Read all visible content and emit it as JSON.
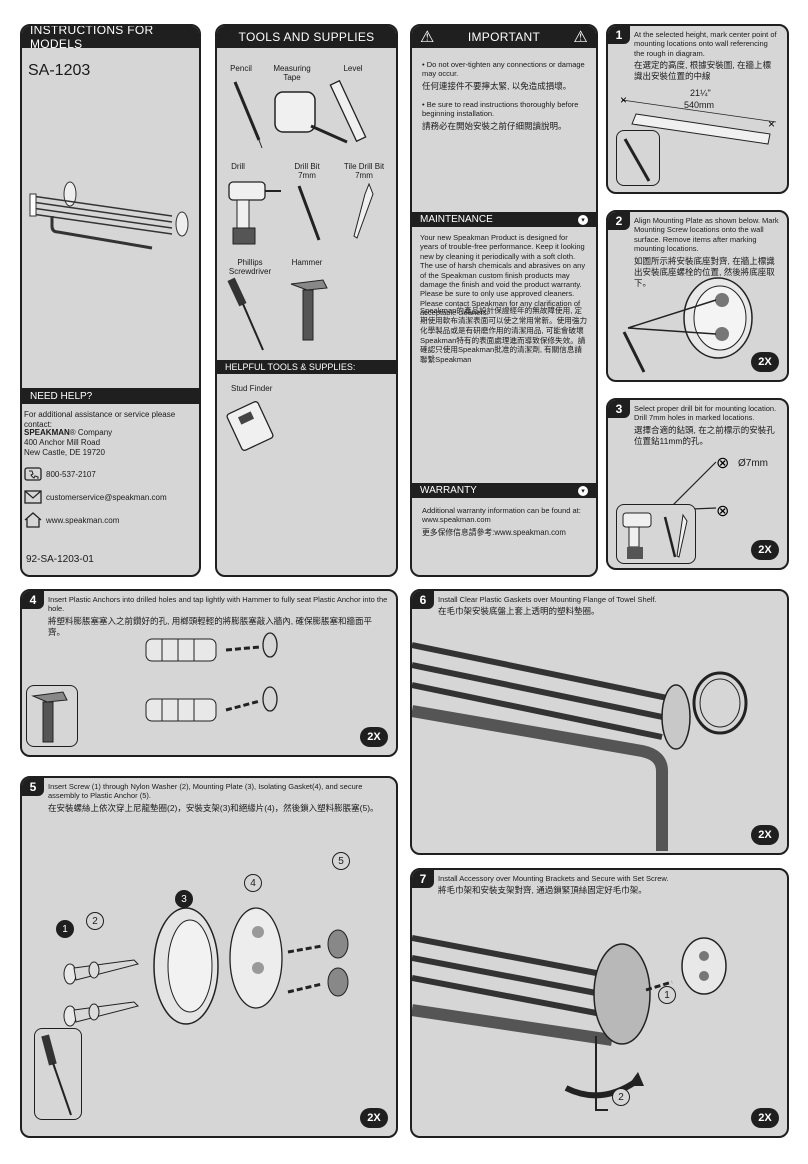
{
  "instructions": {
    "header": "INSTRUCTIONS FOR MODELS",
    "model": "SA-1203",
    "need_help_header": "NEED HELP?",
    "contact_intro": "For additional assistance or service please contact:",
    "brand": "SPEAKMAN",
    "brand_suffix": "® Company",
    "address_line1": "400 Anchor Mill Road",
    "address_line2": "New Castle, DE 19720",
    "phone": "800-537-2107",
    "email": "customerservice@speakman.com",
    "website": "www.speakman.com",
    "doc_number": "92-SA-1203-01"
  },
  "tools": {
    "header": "TOOLS AND SUPPLIES",
    "items": [
      "Pencil",
      "Measuring Tape",
      "Level",
      "Drill",
      "Drill Bit 7mm",
      "Tile Drill Bit 7mm",
      "Phillips Screwdriver",
      "Hammer"
    ],
    "helpful_header": "HELPFUL TOOLS & SUPPLIES:",
    "helpful_items": [
      "Stud Finder"
    ]
  },
  "important": {
    "header": "IMPORTANT",
    "bullet1_en": "• Do not over-tighten any connections or damage may occur.",
    "bullet1_zh": "任何連接件不要擰太緊, 以免造成損壞。",
    "bullet2_en": "• Be sure to read instructions thoroughly before beginning installation.",
    "bullet2_zh": "請務必在開始安裝之前仔細閱讀說明。"
  },
  "maintenance": {
    "header": "MAINTENANCE",
    "text_en": "Your new Speakman Product is designed for years of trouble-free performance. Keep it looking new by cleaning it periodically with a soft cloth. The use of harsh chemicals and abrasives on any of the Speakman custom finish products may damage the finish and void the product warranty. Please be sure to only use approved cleaners. Please contact Speakman for any clarification of acceptable cleaners.",
    "text_zh": "Speakman的產品設計保證經年的無故障使用, 定期使用軟布清潔表面可以使之常用常新。使用強力化學製品或是有研磨作用的清潔用品, 可能會破壞Speakman特有的表面處理進而導致保修失效。請確認只使用Speakman批准的清潔劑, 有關信息請聯繫Speakman"
  },
  "warranty": {
    "header": "WARRANTY",
    "text_en": "Additional warranty information can be found at: www.speakman.com",
    "text_zh": "更多保修信息請參考:www.speakman.com"
  },
  "steps": [
    {
      "num": "1",
      "text_en": "At the selected height, mark center point of mounting locations onto wall referencing the rough in diagram.",
      "text_zh": "在選定的高度, 根據安裝圖, 在牆上標識出安裝位置的中線",
      "dim_in": "21¼\"",
      "dim_mm": "540mm"
    },
    {
      "num": "2",
      "text_en": "Align Mounting Plate as shown below. Mark Mounting Screw locations onto the wall surface. Remove items after marking mounting locations.",
      "text_zh": "如圖所示將安裝底座對齊, 在牆上標識出安裝底座螺栓的位置, 然後將底座取下。",
      "qty": "2X"
    },
    {
      "num": "3",
      "text_en": "Select proper drill bit for mounting location. Drill 7mm holes in marked locations.",
      "text_zh": "選擇合適的鉆頭, 在之前標示的安裝孔位置鉆11mm的孔。",
      "hole": "Ø7mm",
      "qty": "2X"
    },
    {
      "num": "4",
      "text_en": "Insert Plastic Anchors into drilled holes and tap lightly with Hammer to fully seat Plastic Anchor into the hole.",
      "text_zh": "將塑料膨脹塞塞入之前鑽好的孔, 用榔頭輕輕的將膨脹塞敲入牆內, 確保膨脹塞和牆面平齊。",
      "qty": "2X"
    },
    {
      "num": "5",
      "text_en": "Insert Screw (1) through Nylon Washer (2), Mounting Plate (3), Isolating Gasket(4), and secure assembly to Plastic Anchor (5).",
      "text_zh": "在安裝螺絲上依次穿上尼龍墊圈(2)，安裝支架(3)和絕緣片(4)，然後鎖入塑料膨脹塞(5)。",
      "callouts": [
        "1",
        "2",
        "3",
        "4",
        "5"
      ],
      "qty": "2X"
    },
    {
      "num": "6",
      "text_en": "Install Clear Plastic Gaskets over Mounting Flange of Towel Shelf.",
      "text_zh": "在毛巾架安裝底盤上套上透明的塑料墊圈。",
      "qty": "2X"
    },
    {
      "num": "7",
      "text_en": "Install Accessory over Mounting Brackets and Secure with Set Screw.",
      "text_zh": "將毛巾架和安裝支架對齊, 通過鎖緊頂絲固定好毛巾架。",
      "callouts": [
        "1",
        "2"
      ],
      "qty": "2X"
    }
  ]
}
